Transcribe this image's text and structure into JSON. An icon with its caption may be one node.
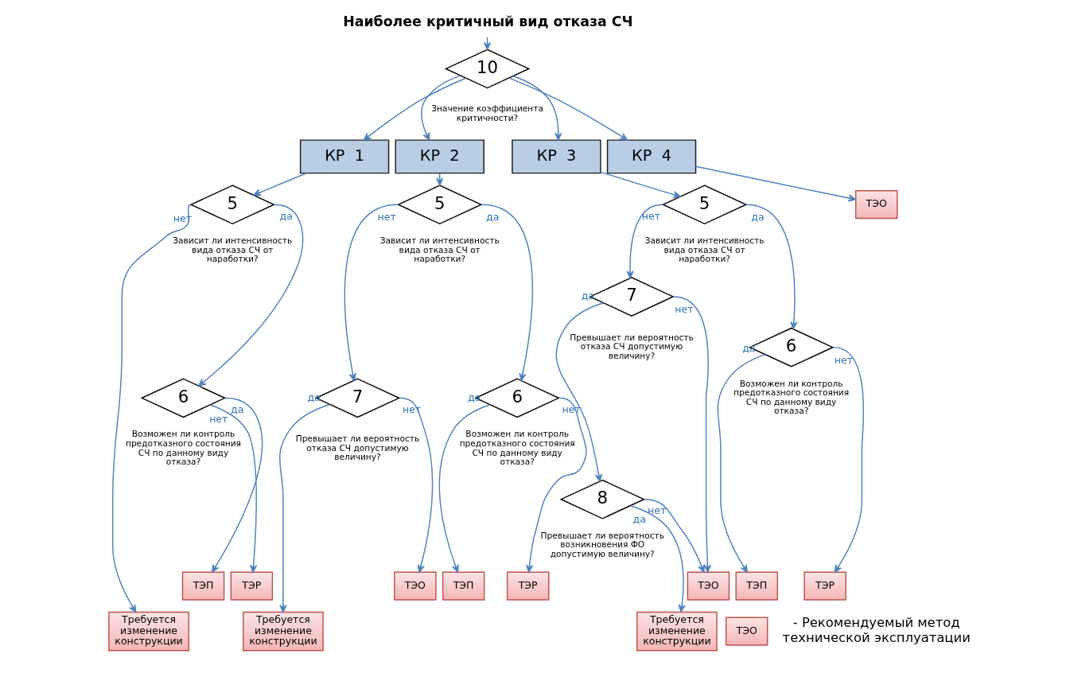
{
  "diagram": {
    "nodes": [
      {
        "text": [
          "Наиболее критичный вид отказа СЧ"
        ]
      },
      {
        "text": [
          "10"
        ],
        "beside": [
          "Значение коэффициента критичности?"
        ]
      },
      {
        "text": [
          "КР  1"
        ]
      },
      {
        "text": [
          "КР  2"
        ]
      },
      {
        "text": [
          "КР  3"
        ]
      },
      {
        "text": [
          "КР  4"
        ]
      },
      {
        "text": [
          "5"
        ],
        "beside": [
          "Зависит ли интенсивность вида отказа СЧ от наработки?"
        ]
      },
      {
        "text": [
          "5"
        ],
        "beside": [
          "Зависит ли интенсивность вида отказа СЧ от наработки?"
        ]
      },
      {
        "text": [
          "5"
        ],
        "beside": [
          "Зависит ли интенсивность вида отказа СЧ от наработки?"
        ]
      },
      {
        "text": [
          "ТЭО"
        ]
      },
      {
        "text": [
          "7"
        ],
        "beside": [
          "Превышает ли вероятность отказа СЧ допустимую величину?"
        ]
      },
      {
        "text": [
          "6"
        ],
        "beside": [
          "Возможен ли контроль предотказного состояния СЧ по данному виду отказа?"
        ]
      },
      {
        "text": [
          "6"
        ],
        "beside": [
          "Возможен ли контроль предотказного состояния СЧ по данному виду отказа?"
        ]
      },
      {
        "text": [
          "7"
        ],
        "beside": [
          "Превышает ли вероятность отказа СЧ допустимую величину?"
        ]
      },
      {
        "text": [
          "6"
        ],
        "beside": [
          "Возможен ли контроль предотказного состояния СЧ по данному виду отказа?"
        ]
      },
      {
        "text": [
          "8"
        ],
        "beside": [
          "Превышает ли вероятность возникновения ФО допустимую величину?"
        ]
      },
      {
        "text": [
          "ТЭП"
        ]
      },
      {
        "text": [
          "ТЭР"
        ]
      },
      {
        "text": [
          "ТЭО"
        ]
      },
      {
        "text": [
          "ТЭП"
        ]
      },
      {
        "text": [
          "ТЭР"
        ]
      },
      {
        "text": [
          "ТЭО"
        ]
      },
      {
        "text": [
          "ТЭП"
        ]
      },
      {
        "text": [
          "ТЭР"
        ]
      },
      {
        "text": [
          "Требуется изменение конструкции"
        ]
      },
      {
        "text": [
          "Требуется изменение конструкции"
        ]
      },
      {
        "text": [
          "Требуется изменение конструкции"
        ]
      },
      {
        "text": [
          "ТЭО"
        ]
      }
    ],
    "edges": [
      {
        "from": 0,
        "to": 1,
        "arrow": "to"
      },
      {
        "from": 1,
        "to": 2,
        "arrow": "to"
      },
      {
        "from": 1,
        "to": 3,
        "arrow": "to"
      },
      {
        "from": 1,
        "to": 4,
        "arrow": "to"
      },
      {
        "from": 1,
        "to": 5,
        "arrow": "to"
      },
      {
        "from": 2,
        "to": 6,
        "arrow": "to"
      },
      {
        "from": 3,
        "to": 7,
        "arrow": "to"
      },
      {
        "from": 4,
        "to": 8,
        "arrow": "to"
      },
      {
        "from": 5,
        "to": 9,
        "arrow": "to"
      },
      {
        "from": 6,
        "to": 24,
        "arrow": "to",
        "label": "нет"
      },
      {
        "from": 6,
        "to": 12,
        "arrow": "to",
        "label": "да"
      },
      {
        "from": 7,
        "to": 13,
        "arrow": "to",
        "label": "нет"
      },
      {
        "from": 7,
        "to": 14,
        "arrow": "to",
        "label": "да"
      },
      {
        "from": 8,
        "to": 10,
        "arrow": "to",
        "label": "нет"
      },
      {
        "from": 8,
        "to": 11,
        "arrow": "to",
        "label": "да"
      },
      {
        "from": 10,
        "to": 15,
        "arrow": "to",
        "label": "да"
      },
      {
        "from": 10,
        "to": 21,
        "arrow": "to",
        "label": "нет"
      },
      {
        "from": 11,
        "to": 22,
        "arrow": "to",
        "label": "да"
      },
      {
        "from": 11,
        "to": 23,
        "arrow": "to",
        "label": "нет"
      },
      {
        "from": 12,
        "to": 16,
        "arrow": "to",
        "label": "да"
      },
      {
        "from": 12,
        "to": 17,
        "arrow": "to",
        "label": "нет"
      },
      {
        "from": 13,
        "to": 25,
        "arrow": "to",
        "label": "да"
      },
      {
        "from": 13,
        "to": 18,
        "arrow": "to",
        "label": "нет"
      },
      {
        "from": 14,
        "to": 19,
        "arrow": "to",
        "label": "да"
      },
      {
        "from": 14,
        "to": 20,
        "arrow": "to",
        "label": "нет"
      },
      {
        "from": 15,
        "to": 21,
        "arrow": "to",
        "label": "нет"
      },
      {
        "from": 15,
        "to": 26,
        "arrow": "to",
        "label": "да"
      }
    ],
    "legend": [
      {
        "text": "- Рекомендуемый метод технической эксплуатации"
      }
    ]
  }
}
